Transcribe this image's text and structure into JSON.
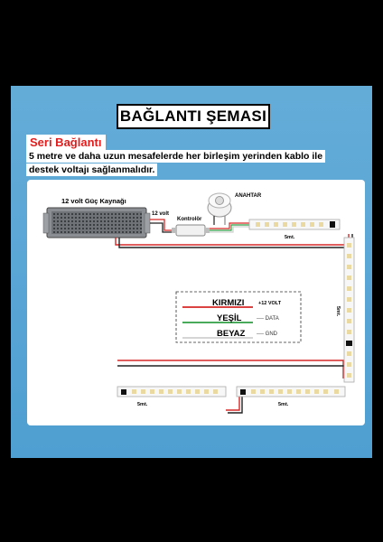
{
  "header": {
    "title": "BAĞLANTI ŞEMASI",
    "subtitle": "Seri Bağlantı",
    "description_line1": "5 metre ve daha uzun mesafelerde her birleşim yerinden kablo ile",
    "description_line2": "destek voltajı sağlanmalıdır."
  },
  "diagram": {
    "power_supply_label": "12 volt Güç Kaynağı",
    "volt_label": "12 volt",
    "switch_label": "ANAHTAR",
    "controller_label": "Kontrolör",
    "strip_labels": {
      "top": "5mt.",
      "right": "5mt.",
      "bottom_left": "5mt.",
      "bottom_right": "5mt."
    },
    "legend": [
      {
        "name": "KIRMIZI",
        "desc": "+12  VOLT",
        "color": "#d62828"
      },
      {
        "name": "YEŞİL",
        "desc": "---- DATA",
        "color": "#2f9e44"
      },
      {
        "name": "BEYAZ",
        "desc": "---- GND",
        "color": "#dcdcdc"
      }
    ]
  },
  "colors": {
    "background": "#000000",
    "panel": "#5aa7d8",
    "accent_red": "#e11d1d"
  }
}
